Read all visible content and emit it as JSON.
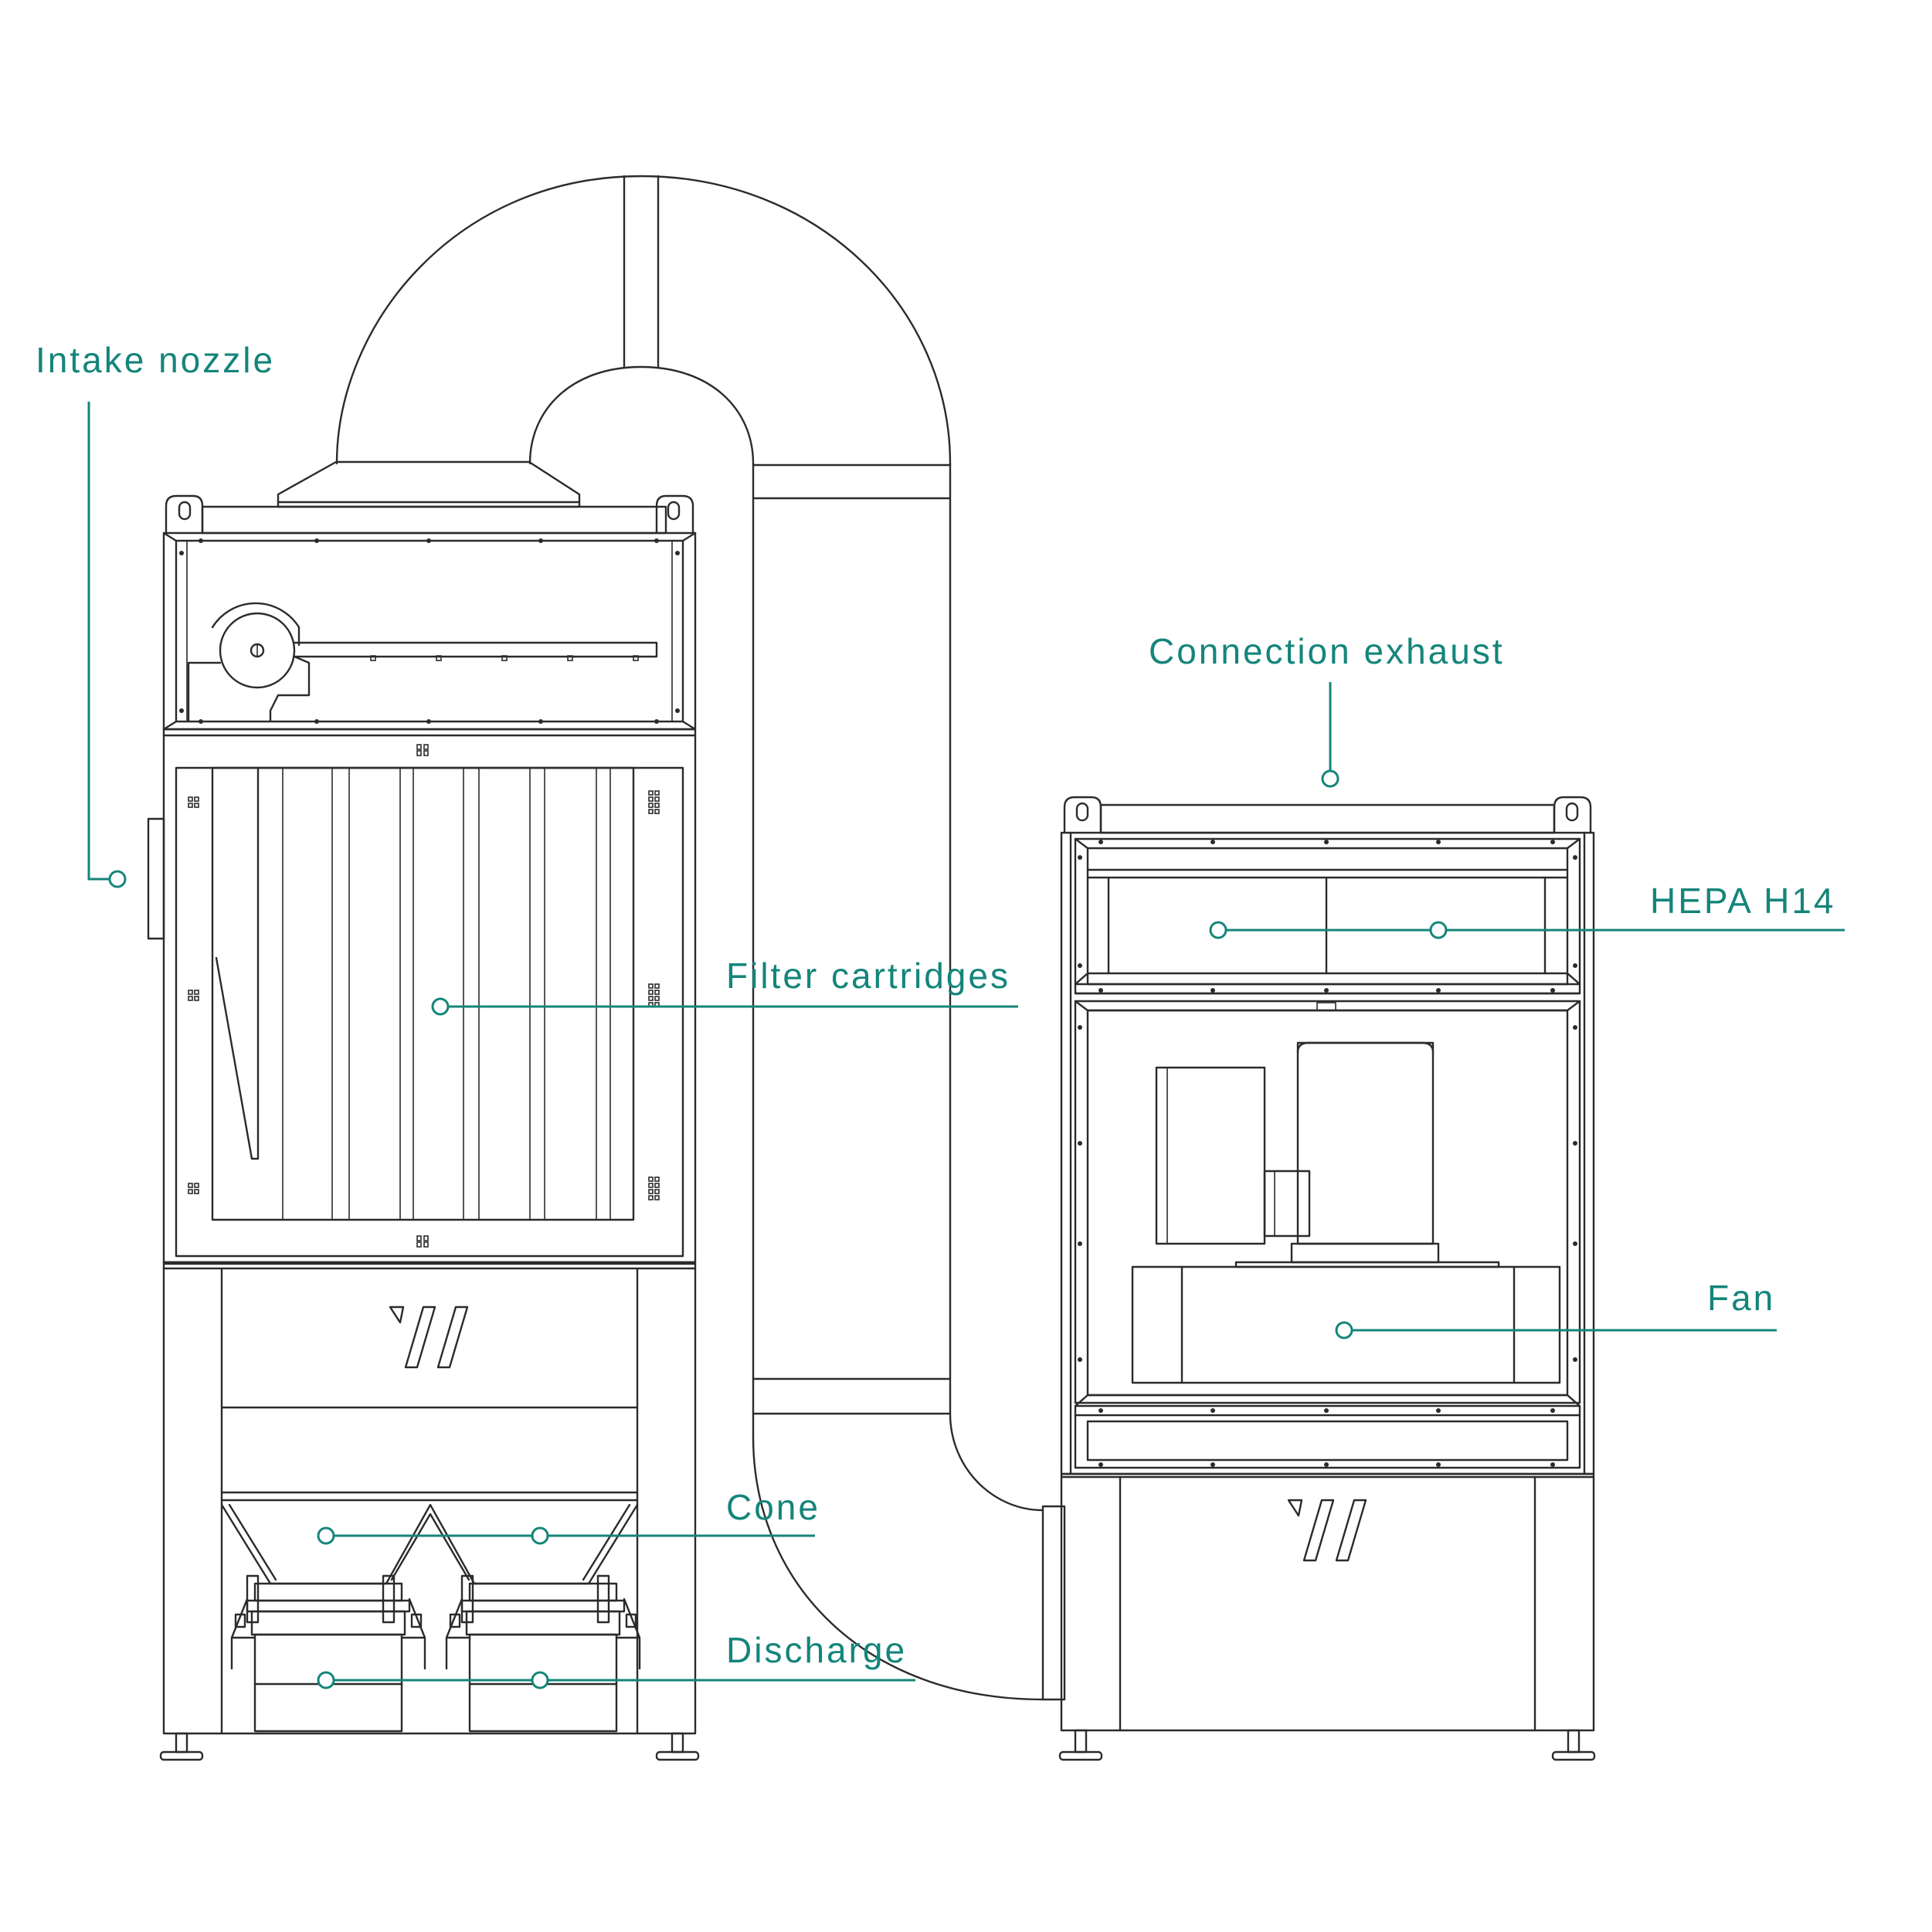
{
  "colors": {
    "accent": "#14857a",
    "line": "#2b2b2b",
    "background": "#ffffff"
  },
  "labels": {
    "intake_nozzle": "Intake nozzle",
    "filter_cartridges": "Filter cartridges",
    "connection_exhaust": "Connection exhaust",
    "hepa": "HEPA H14",
    "fan": "Fan",
    "cone": "Cone",
    "discharge": "Discharge"
  },
  "icons": [
    "brand-logo-icon",
    "callout-marker-icon"
  ]
}
